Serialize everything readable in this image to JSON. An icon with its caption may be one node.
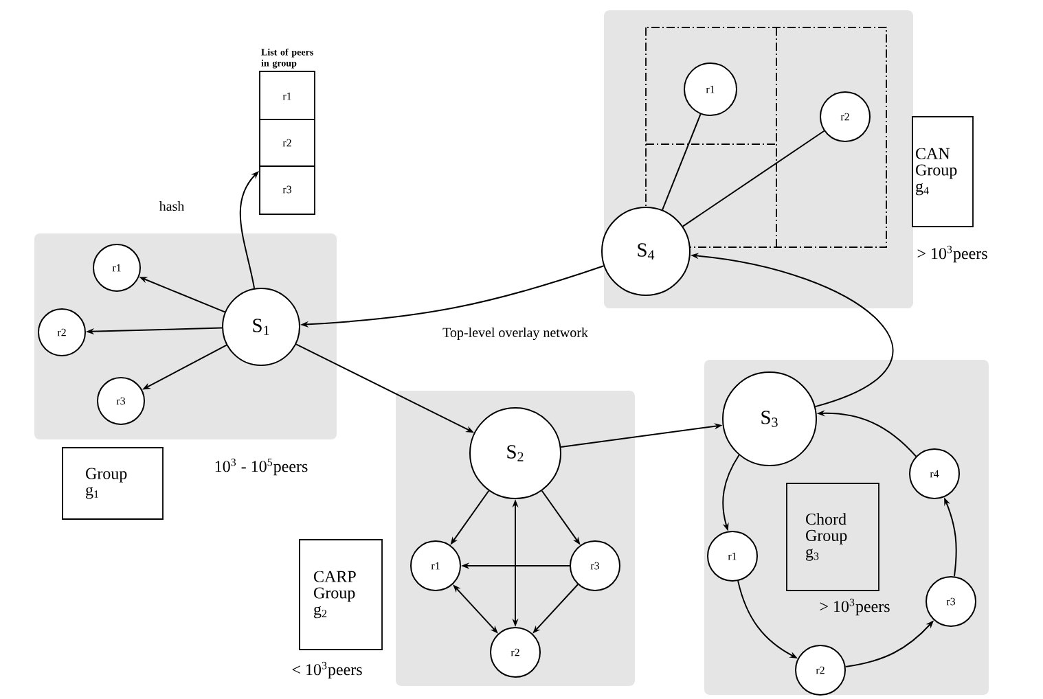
{
  "diagram": {
    "nodes": [
      {
        "text": [
          "List of peers in group"
        ]
      },
      {
        "text": [
          "r1"
        ],
        "in": 0
      },
      {
        "text": [
          "r2"
        ],
        "in": 0
      },
      {
        "text": [
          "r3"
        ],
        "in": 0
      },
      {
        "text": [],
        "shape": "box"
      },
      {
        "text": [
          "S$_{4}$"
        ],
        "in": 4
      },
      {
        "text": [
          "r1"
        ],
        "in": 4
      },
      {
        "text": [
          "r2"
        ],
        "in": 4
      },
      {
        "text": [
          "CAN Group g$_{4}$"
        ],
        "beside": [
          "> 10$^{3}$peers"
        ]
      },
      {
        "text": [],
        "shape": "box"
      },
      {
        "text": [
          "S$_{1}$"
        ],
        "in": 9
      },
      {
        "text": [
          "r1"
        ],
        "in": 9
      },
      {
        "text": [
          "r2"
        ],
        "in": 9
      },
      {
        "text": [
          "r3"
        ],
        "in": 9
      },
      {
        "text": [
          "Group g$_{1}$"
        ],
        "beside": [
          "10$^{3}$ - 10$^{5}$peers"
        ]
      },
      {
        "text": [],
        "shape": "box"
      },
      {
        "text": [
          "S$_{2}$"
        ],
        "in": 15
      },
      {
        "text": [
          "r1"
        ],
        "in": 15
      },
      {
        "text": [
          "r3"
        ],
        "in": 15
      },
      {
        "text": [
          "r2"
        ],
        "in": 15
      },
      {
        "text": [
          "CARP Group g$_{2}$"
        ],
        "beside": [
          "< 10$^{3}$peers"
        ]
      },
      {
        "text": [],
        "shape": "box"
      },
      {
        "text": [
          "S$_{3}$"
        ],
        "in": 21
      },
      {
        "text": [
          "r4"
        ],
        "in": 21
      },
      {
        "text": [
          "r1"
        ],
        "in": 21
      },
      {
        "text": [
          "r3"
        ],
        "in": 21
      },
      {
        "text": [
          "r2"
        ],
        "in": 21
      },
      {
        "text": [
          "Chord Group g$_{3}$"
        ],
        "in": 21,
        "beside": [
          "> 10$^{3}$peers"
        ]
      }
    ],
    "edges": [
      {
        "from": 10,
        "to": 11,
        "arrow": "to"
      },
      {
        "from": 10,
        "to": 12,
        "arrow": "to"
      },
      {
        "from": 10,
        "to": 13,
        "arrow": "to"
      },
      {
        "from": 10,
        "to": 0,
        "arrow": "to",
        "label": "hash"
      },
      {
        "from": 5,
        "to": 10,
        "arrow": "to"
      },
      {
        "from": 10,
        "to": 16,
        "arrow": "to"
      },
      {
        "from": 16,
        "to": 22,
        "arrow": "to"
      },
      {
        "from": 22,
        "to": 5,
        "arrow": "to"
      },
      {
        "from": 5,
        "to": 6,
        "arrow": "none"
      },
      {
        "from": 5,
        "to": 7,
        "arrow": "none"
      },
      {
        "from": 16,
        "to": 17,
        "arrow": "to"
      },
      {
        "from": 16,
        "to": 19,
        "arrow": "both"
      },
      {
        "from": 16,
        "to": 18,
        "arrow": "to"
      },
      {
        "from": 18,
        "to": 17,
        "arrow": "to"
      },
      {
        "from": 17,
        "to": 19,
        "arrow": "both"
      },
      {
        "from": 18,
        "to": 19,
        "arrow": "to"
      },
      {
        "from": 22,
        "to": 24,
        "arrow": "to"
      },
      {
        "from": 24,
        "to": 26,
        "arrow": "to"
      },
      {
        "from": 26,
        "to": 25,
        "arrow": "to"
      },
      {
        "from": 25,
        "to": 23,
        "arrow": "to"
      },
      {
        "from": 23,
        "to": 22,
        "arrow": "to"
      }
    ],
    "labels": [
      "Top-level overlay network"
    ]
  }
}
